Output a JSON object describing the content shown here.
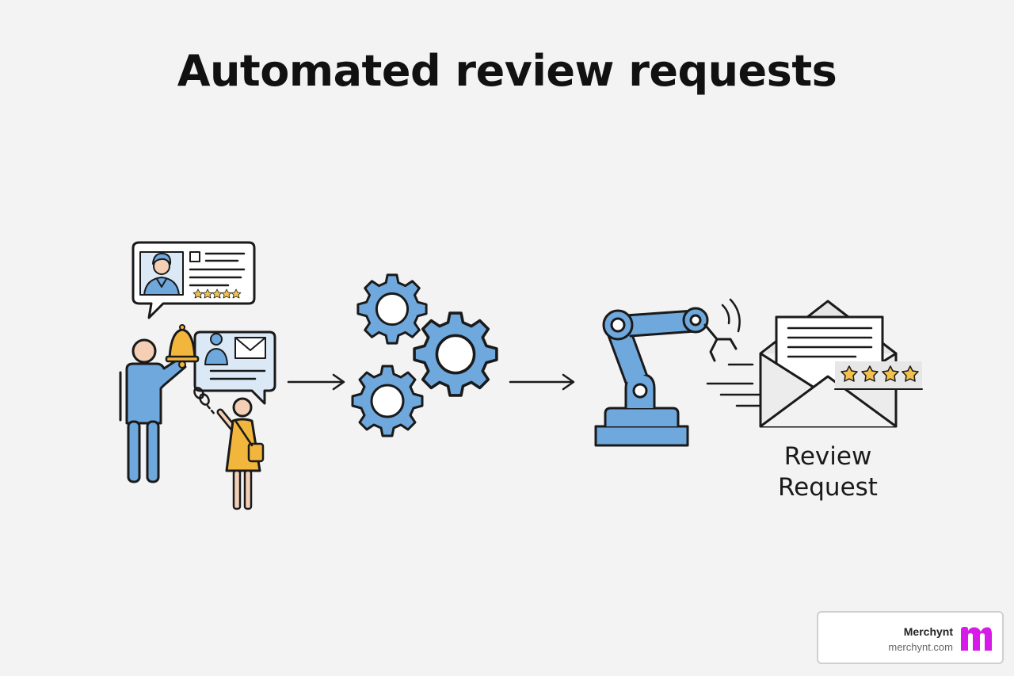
{
  "title": "Automated review requests",
  "label": {
    "line1": "Review",
    "line2": "Request"
  },
  "brand": {
    "name": "Merchynt",
    "url": "merchynt.com",
    "logo_color": "#d61ae8"
  },
  "colors": {
    "blue": "#6fa8dc",
    "orange": "#f3b63c",
    "skin": "#f4cfb5",
    "star": "#f2c04d",
    "ink": "#1a1a1a"
  },
  "icons": [
    "profile-card-icon",
    "bell-icon",
    "mail-card-icon",
    "person-icon",
    "gear-icon",
    "arrow-icon",
    "robot-arm-icon",
    "envelope-icon",
    "star-icon"
  ]
}
